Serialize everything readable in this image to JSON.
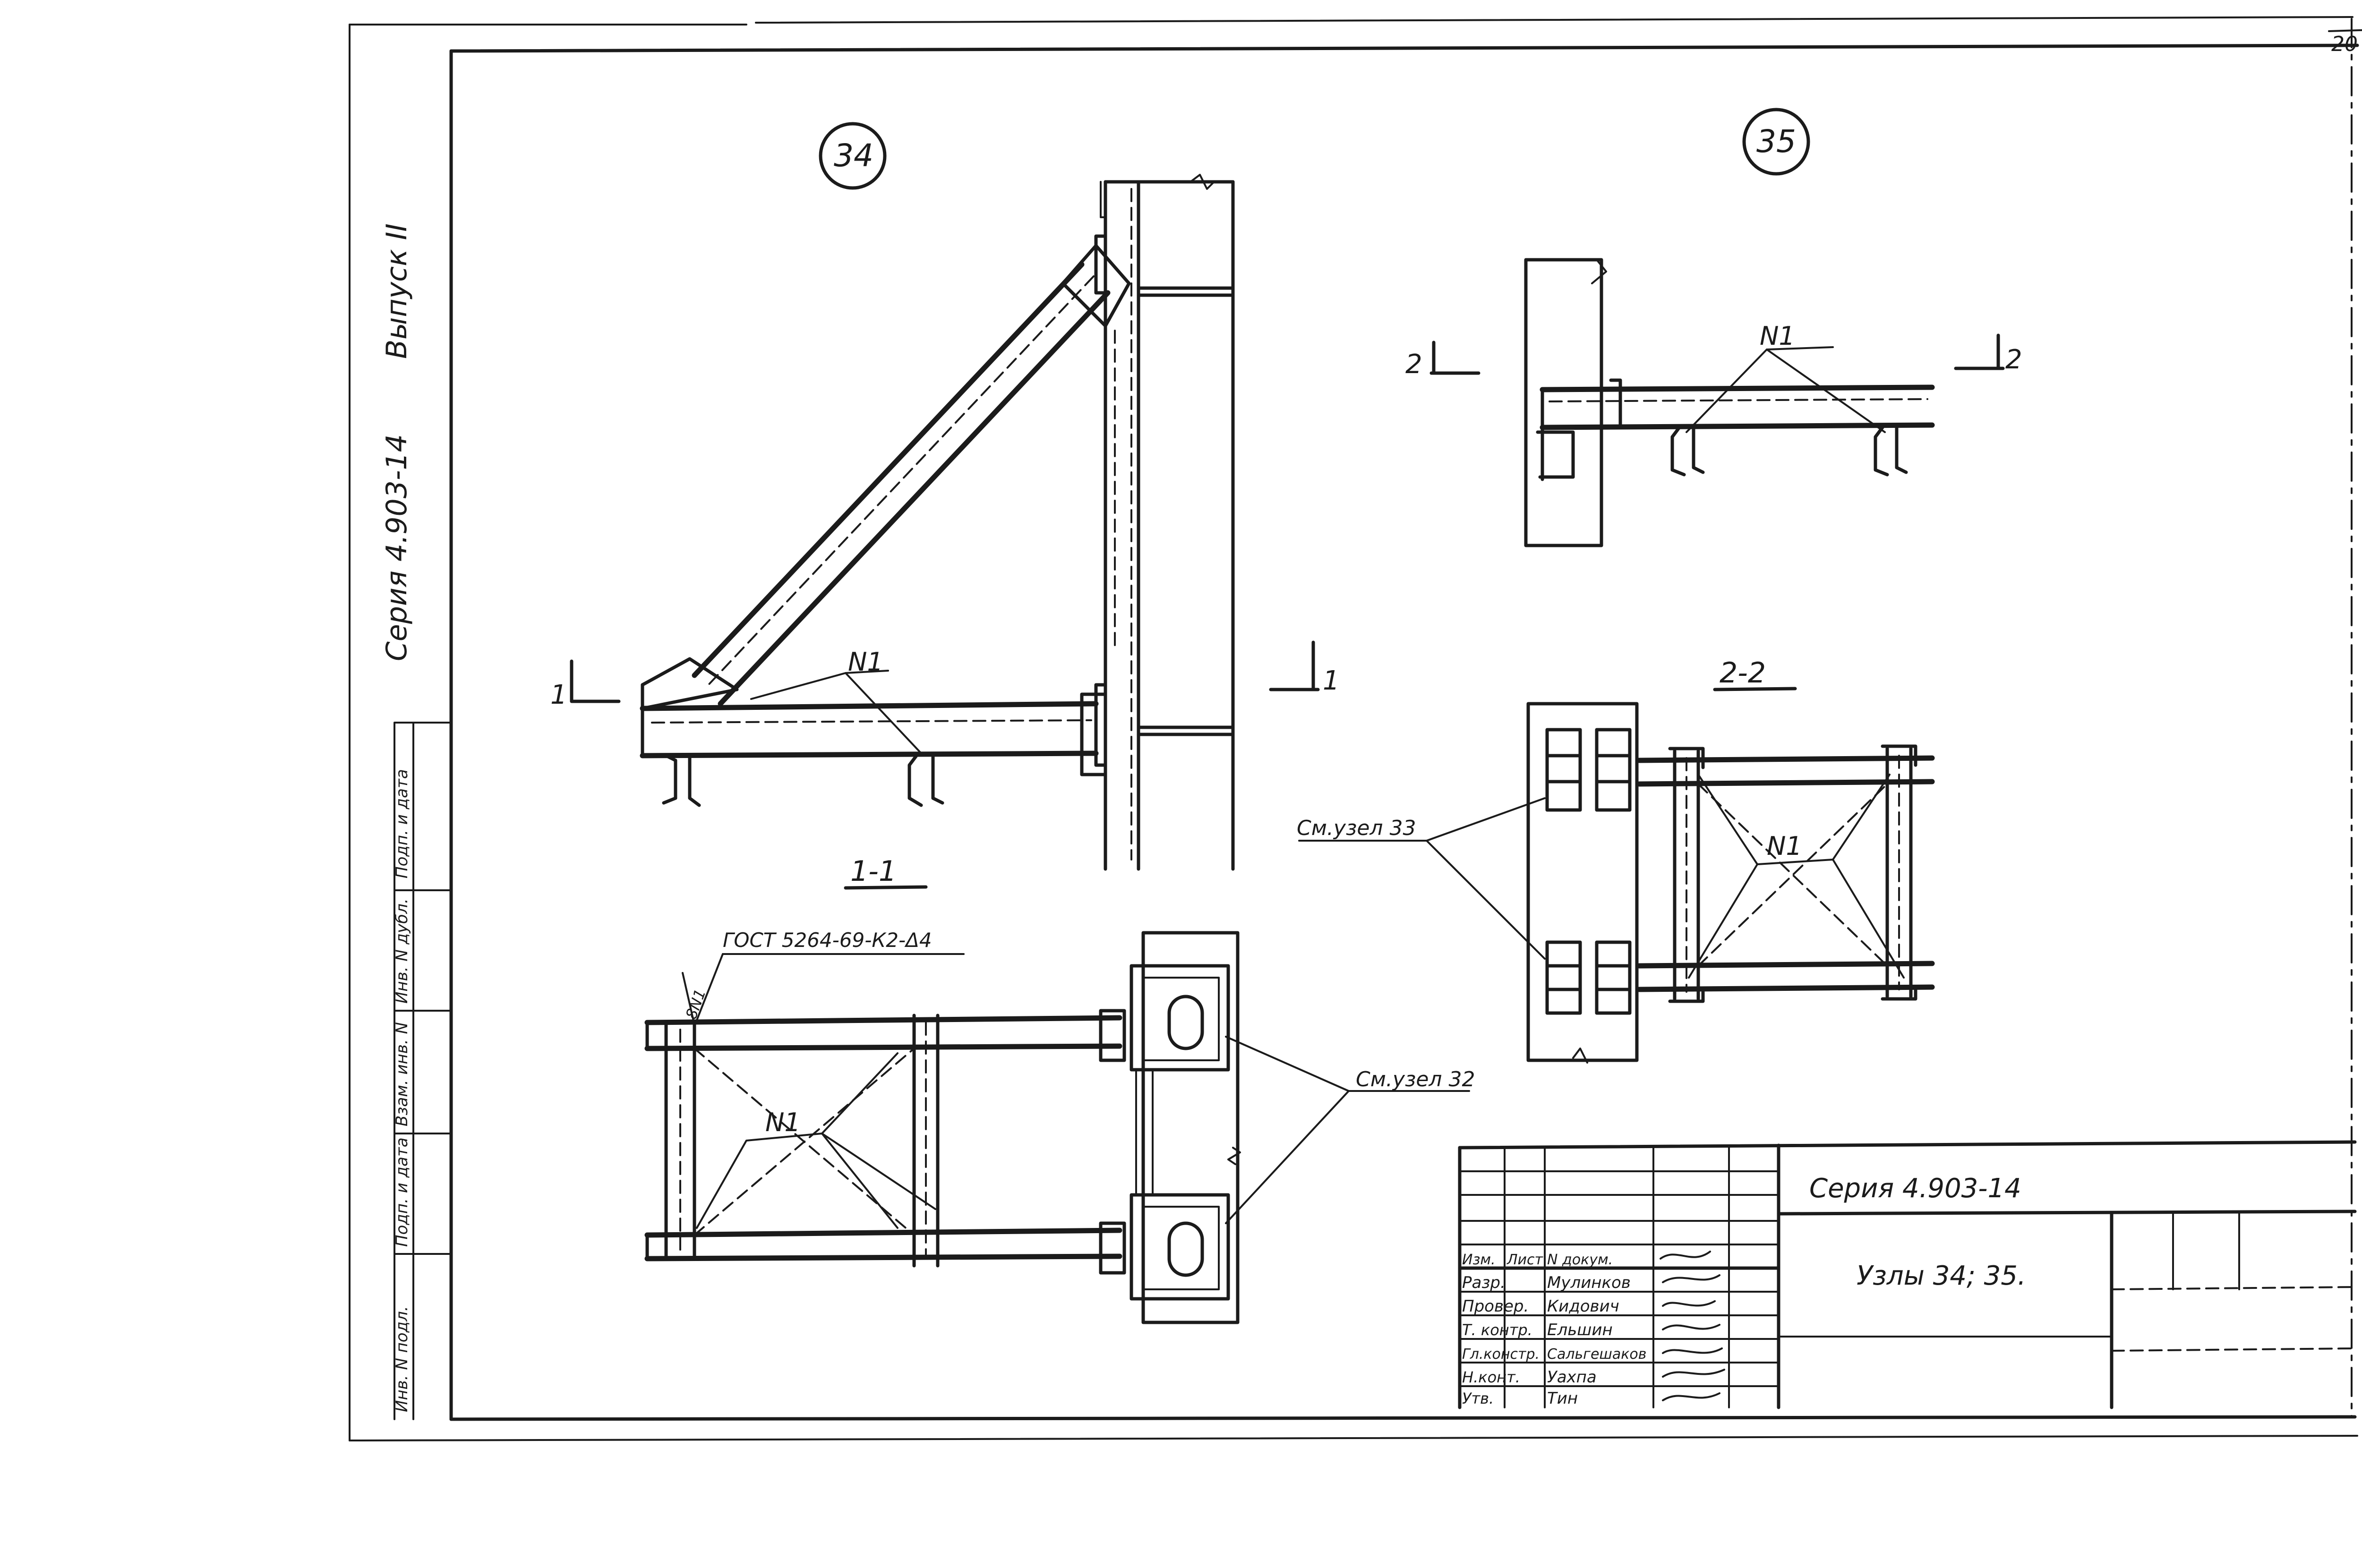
{
  "sheet_number": "20",
  "side_stamp": {
    "series": "Серия 4.903-14",
    "issue": "Выпуск II",
    "fields": [
      "Подп. и дата",
      "Инв. N дубл.",
      "Взам. инв. N",
      "Подп. и дата",
      "Инв. N подл."
    ]
  },
  "nodes": {
    "node34": {
      "number": "34",
      "section_mark": "1",
      "section_title": "1-1",
      "item_label": "N1",
      "gost_note": "ГОСТ 5264-69-К2-Δ4",
      "weld_mark": "8N1",
      "ref_label": "См.узел 32"
    },
    "node35": {
      "number": "35",
      "section_mark": "2",
      "section_title": "2-2",
      "item_label": "N1",
      "ref_label": "См.узел 33"
    }
  },
  "title_block": {
    "series": "Серия 4.903-14",
    "title": "Узлы 34; 35.",
    "rows": [
      {
        "role": "Изм.",
        "name": "Лист",
        "extra": "N докум."
      },
      {
        "role": "Разр.",
        "name": "Мулинков"
      },
      {
        "role": "Провер.",
        "name": "Кидович"
      },
      {
        "role": "Т. контр.",
        "name": "Ельшин"
      },
      {
        "role": "Гл.констр.",
        "name": "Сальгешаков"
      },
      {
        "role": "Н.конт.",
        "name": "Уахпа"
      },
      {
        "role": "Утв.",
        "name": "Тин"
      }
    ]
  }
}
